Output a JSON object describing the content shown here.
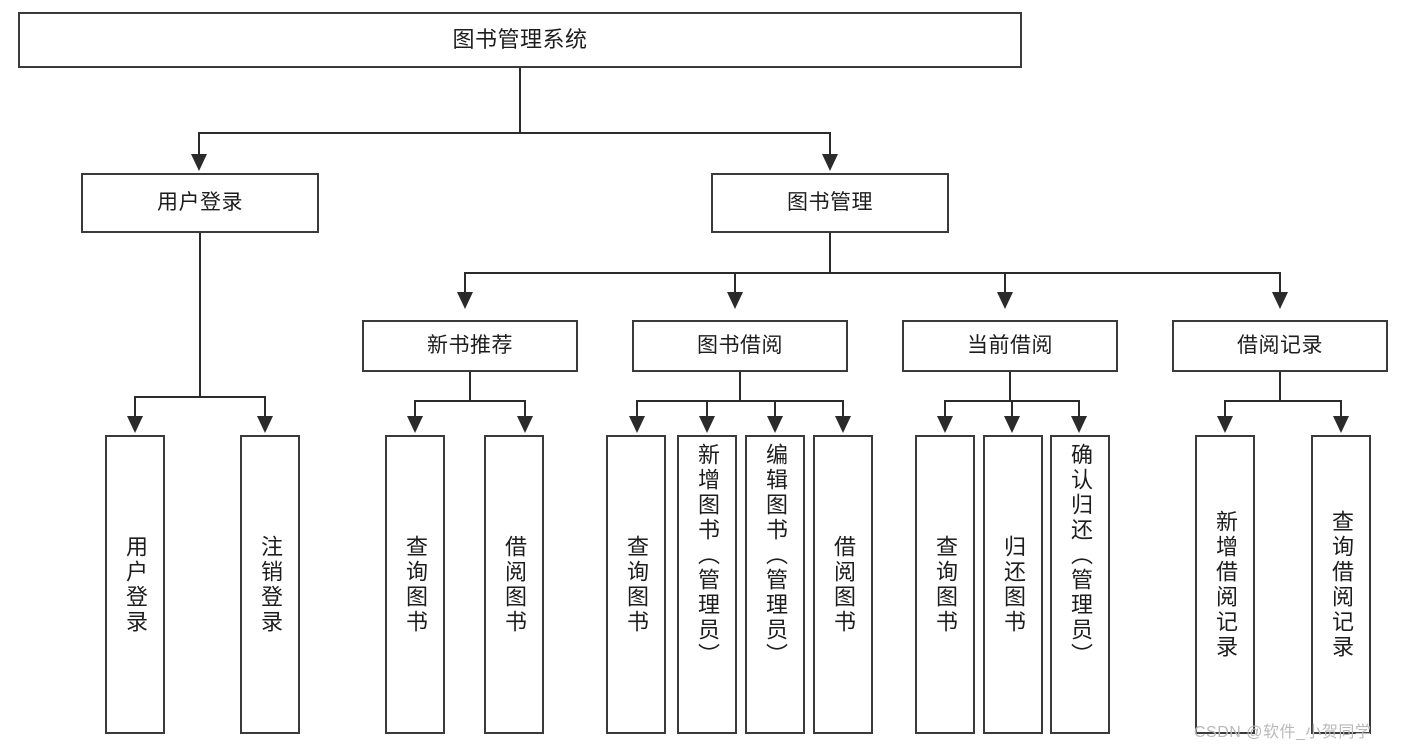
{
  "diagram": {
    "type": "tree-hierarchy",
    "title": "图书管理系统",
    "watermark": "CSDN @软件_小贺同学",
    "colors": {
      "border": "#3a3a3a",
      "connector": "#2b2b2b",
      "background": "#ffffff",
      "text": "#1d1d1d",
      "watermark": "#b9b9b9"
    },
    "root": {
      "label": "图书管理系统"
    },
    "level2": [
      {
        "label": "用户登录"
      },
      {
        "label": "图书管理"
      }
    ],
    "level3": [
      {
        "label": "新书推荐"
      },
      {
        "label": "图书借阅"
      },
      {
        "label": "当前借阅"
      },
      {
        "label": "借阅记录"
      }
    ],
    "leaves": {
      "user_login": [
        {
          "label": "用户登录"
        },
        {
          "label": "注销登录"
        }
      ],
      "new_book_recommend": [
        {
          "label": "查询图书"
        },
        {
          "label": "借阅图书"
        }
      ],
      "book_borrow": [
        {
          "label": "查询图书"
        },
        {
          "label": "新增图书（管理员）"
        },
        {
          "label": "编辑图书（管理员）"
        },
        {
          "label": "借阅图书"
        }
      ],
      "current_borrow": [
        {
          "label": "查询图书"
        },
        {
          "label": "归还图书"
        },
        {
          "label": "确认归还（管理员）"
        }
      ],
      "borrow_record": [
        {
          "label": "新增借阅记录"
        },
        {
          "label": "查询借阅记录"
        }
      ]
    }
  }
}
